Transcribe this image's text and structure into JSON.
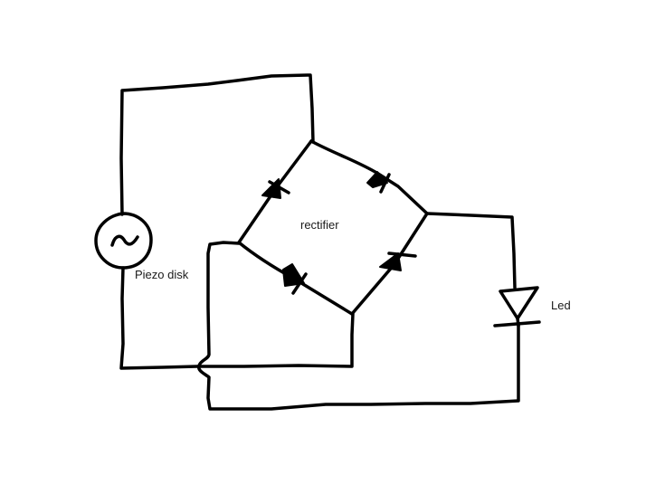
{
  "diagram": {
    "type": "circuit-schematic",
    "style": "hand-drawn",
    "colors": {
      "background": "#ffffff",
      "stroke": "#000000",
      "text": "#1a1a1a"
    },
    "labels": {
      "source": "Piezo disk",
      "bridge": "rectifier",
      "load": "Led"
    },
    "components": [
      {
        "id": "piezo",
        "kind": "ac-source",
        "symbol": "circle-with-tilde",
        "label": "Piezo disk"
      },
      {
        "id": "d1",
        "kind": "diode",
        "position": "bridge-upper-left",
        "direction": "up-right"
      },
      {
        "id": "d2",
        "kind": "diode",
        "position": "bridge-upper-right",
        "direction": "down-right"
      },
      {
        "id": "d3",
        "kind": "diode",
        "position": "bridge-lower-left",
        "direction": "down-right"
      },
      {
        "id": "d4",
        "kind": "diode",
        "position": "bridge-lower-right",
        "direction": "up-right"
      },
      {
        "id": "led",
        "kind": "led",
        "direction": "down",
        "label": "Led"
      }
    ],
    "nodes": [
      "bridge-top",
      "bridge-left",
      "bridge-right",
      "bridge-bottom"
    ],
    "connections": [
      {
        "from": "piezo-top",
        "to": "bridge-top"
      },
      {
        "from": "piezo-bottom",
        "to": "bridge-bottom"
      },
      {
        "from": "bridge-right",
        "to": "led-anode"
      },
      {
        "from": "led-cathode",
        "to": "bridge-left",
        "note": "crosses piezo wire with hop-over"
      }
    ]
  }
}
